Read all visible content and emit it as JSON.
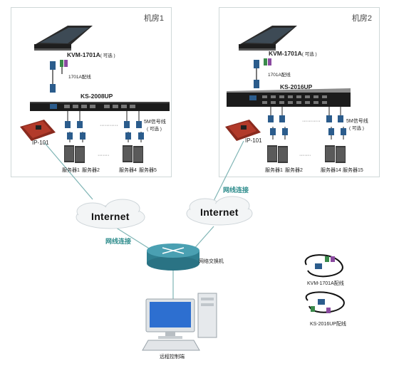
{
  "room1": {
    "title": "机房1",
    "kvm_label": "KVM-1701A",
    "kvm_suffix": "( 可选 )",
    "cable_label": "1701A配线",
    "switch_label": "KS-2008UP",
    "ip_label": "IP-101",
    "signal_label_1": "5M信号线",
    "signal_label_2": "( 可选 )",
    "servers": [
      "服务器1",
      "服务器2",
      "服务器4",
      "服务器5"
    ]
  },
  "room2": {
    "title": "机房2",
    "kvm_label": "KVM-1701A",
    "kvm_suffix": "( 可选 )",
    "cable_label": "1701A配线",
    "switch_label": "KS-2016UP",
    "ip_label": "IP-101",
    "signal_label_1": "5M信号线",
    "signal_label_2": "( 可选 )",
    "servers": [
      "服务器1",
      "服务器2",
      "服务器14",
      "服务器15"
    ]
  },
  "network": {
    "internet_left": "Internet",
    "internet_right": "Internet",
    "link_label_left": "网线连接",
    "link_label_right": "网线连接",
    "switch_label": "网络交换机",
    "remote_label": "远程控制端"
  },
  "accessories": {
    "kvm_cable": "KVM-1701A配线",
    "ks_cable": "KS-2016UP配线"
  },
  "colors": {
    "teal": "#2a8a8a",
    "router": "#3c8a9a",
    "link": "#7fb5b5"
  }
}
